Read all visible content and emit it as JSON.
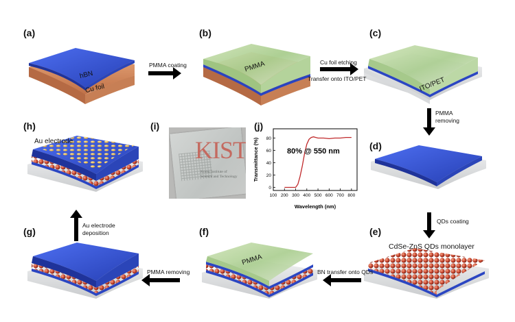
{
  "panels": {
    "a": "(a)",
    "b": "(b)",
    "c": "(c)",
    "d": "(d)",
    "e": "(e)",
    "f": "(f)",
    "g": "(g)",
    "h": "(h)",
    "i": "(i)",
    "j": "(j)"
  },
  "layers": {
    "hbn": "hBN",
    "cu_foil": "Cu foil",
    "pmma_b": "PMMA",
    "ito_pet": "ITO/PET",
    "qd_monolayer": "CdSe-ZnS QDs monolayer",
    "pmma_f": "PMMA",
    "au_electrode": "Au electrode"
  },
  "arrows": {
    "ab": "PMMA coating",
    "bc_line1": "Cu foil etching",
    "bc_line2": "Transfer onto ITO/PET",
    "cd_line1": "PMMA",
    "cd_line2": "removing",
    "de": "QDs coating",
    "ef": "BN transfer onto QDs",
    "fg": "PMMA removing",
    "gh_line1": "Au electrode",
    "gh_line2": "deposition"
  },
  "photo": {
    "logo_text": "KIST",
    "inst_line1": "Korea Institute of",
    "inst_line2": "Science and Technology"
  },
  "colors": {
    "hbn_blue": "#3556d6",
    "cu_orange": "#d08a5c",
    "pmma_green": "#b8d4a0",
    "qd_red": "#c8452e",
    "au_gold": "#e8b64a",
    "curve_red": "#c0282a"
  },
  "chart_data": {
    "type": "line",
    "title": "",
    "annotation": "80% @ 550 nm",
    "xlabel": "Wavelength (nm)",
    "ylabel": "Transmittance (%)",
    "xlim": [
      100,
      850
    ],
    "ylim": [
      -5,
      95
    ],
    "xticks": [
      100,
      200,
      300,
      400,
      500,
      600,
      700,
      800
    ],
    "yticks": [
      0,
      20,
      40,
      60,
      80
    ],
    "series": [
      {
        "x": [
          200,
          250,
          300,
          320,
          340,
          360,
          380,
          400,
          420,
          440,
          460,
          480,
          500,
          550,
          600,
          650,
          700,
          750,
          800
        ],
        "y": [
          0,
          0,
          0,
          5,
          18,
          35,
          55,
          70,
          78,
          81,
          82,
          81,
          80,
          80,
          79,
          80,
          80,
          81,
          81
        ]
      }
    ]
  }
}
